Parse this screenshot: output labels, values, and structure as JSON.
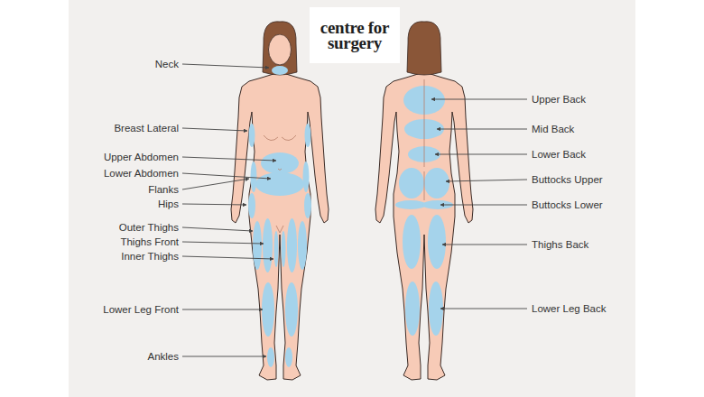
{
  "diagram": {
    "nodes": [
      {
        "text": [
          "centre for surgery"
        ]
      }
    ],
    "labels": [
      "Neck",
      "Breast Lateral",
      "Upper Abdomen",
      "Lower Abdomen",
      "Flanks",
      "Hips",
      "Outer Thighs",
      "Thighs Front",
      "Inner Thighs",
      "Lower Leg Front",
      "Ankles",
      "Upper Back",
      "Mid Back",
      "Lower Back",
      "Buttocks Upper",
      "Buttocks Lower",
      "Thighs Back",
      "Lower Leg Back"
    ]
  }
}
